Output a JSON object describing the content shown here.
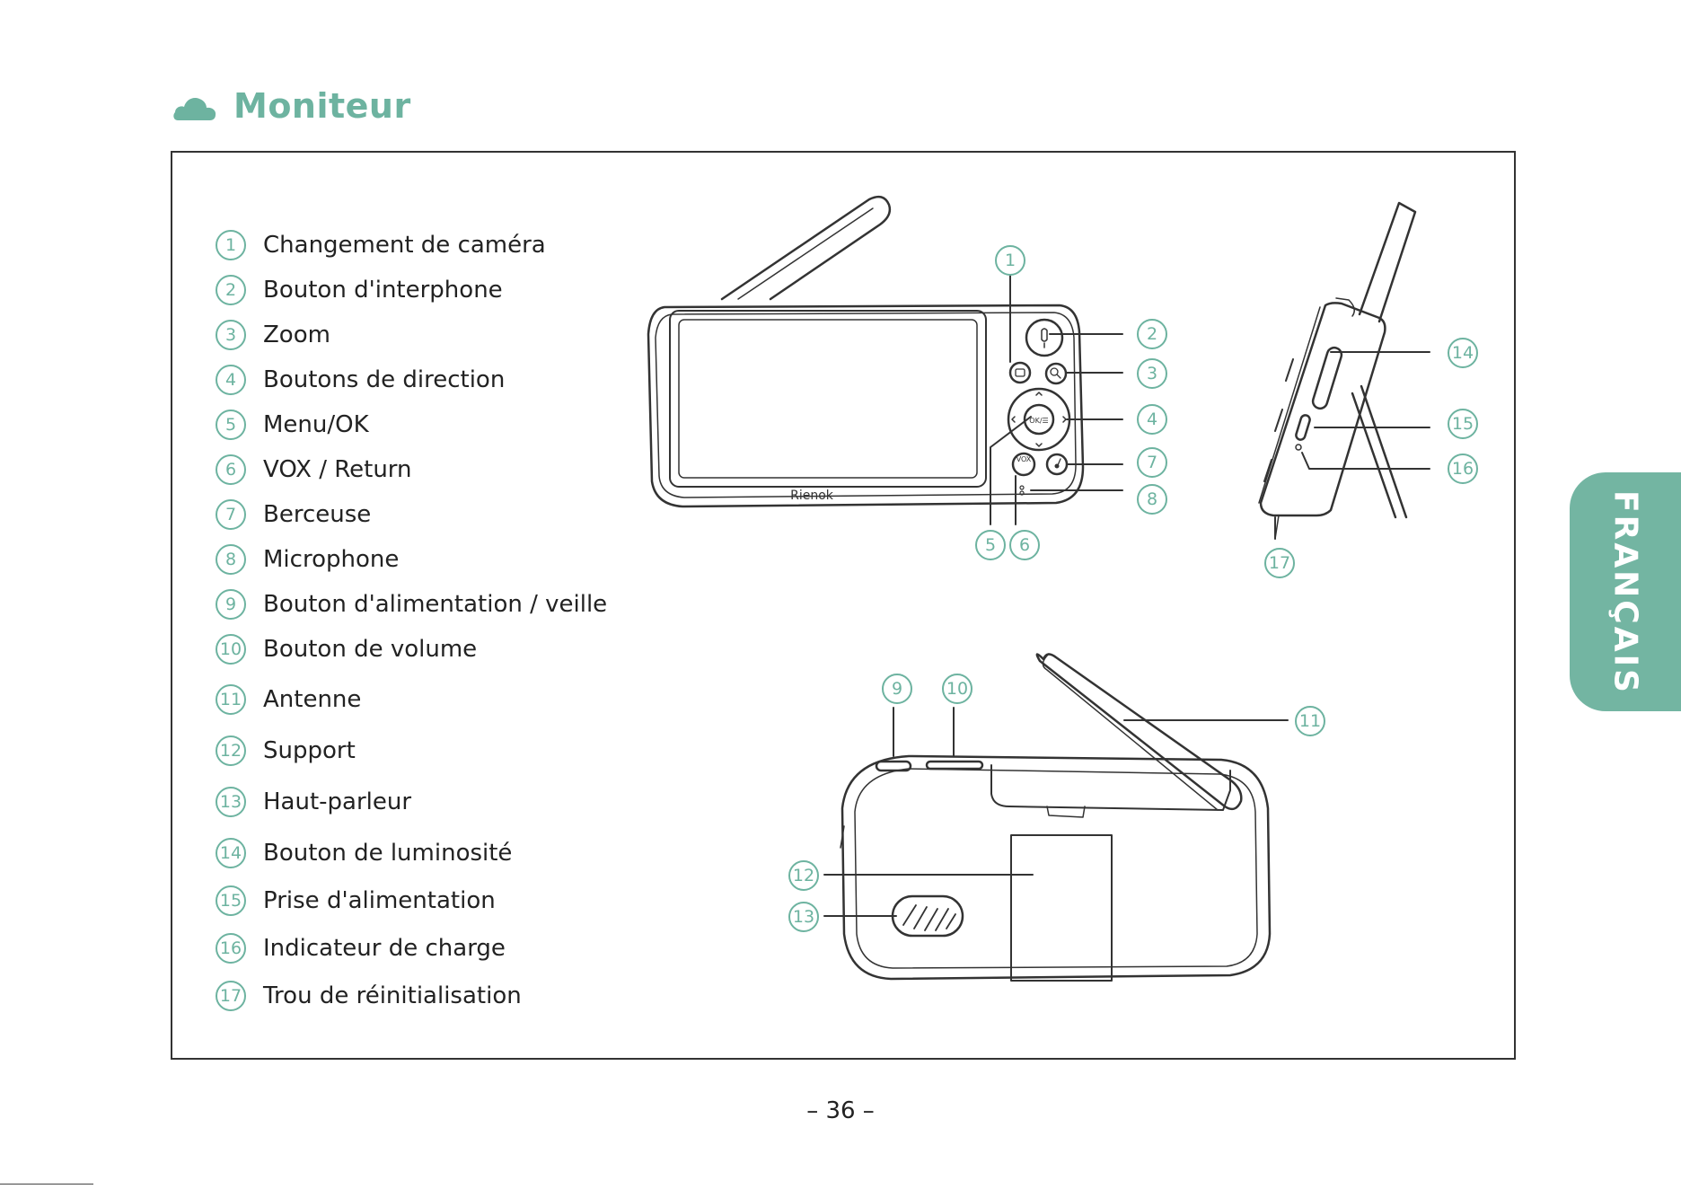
{
  "header": {
    "title": "Moniteur",
    "icon": "cloud-icon",
    "accent_color": "#6db3a0"
  },
  "legend": [
    {
      "num": "1",
      "label": "Changement de caméra"
    },
    {
      "num": "2",
      "label": "Bouton d'interphone"
    },
    {
      "num": "3",
      "label": "Zoom"
    },
    {
      "num": "4",
      "label": "Boutons de direction"
    },
    {
      "num": "5",
      "label": "Menu/OK"
    },
    {
      "num": "6",
      "label": "VOX / Return"
    },
    {
      "num": "7",
      "label": "Berceuse"
    },
    {
      "num": "8",
      "label": "Microphone"
    },
    {
      "num": "9",
      "label": "Bouton d'alimentation / veille"
    },
    {
      "num": "10",
      "label": "Bouton de volume"
    },
    {
      "num": "11",
      "label": "Antenne"
    },
    {
      "num": "12",
      "label": "Support"
    },
    {
      "num": "13",
      "label": "Haut-parleur"
    },
    {
      "num": "14",
      "label": "Bouton de luminosité"
    },
    {
      "num": "15",
      "label": "Prise d'alimentation"
    },
    {
      "num": "16",
      "label": "Indicateur de charge"
    },
    {
      "num": "17",
      "label": "Trou de réinitialisation"
    }
  ],
  "device": {
    "brand": "Rienok",
    "ok_label": "OK/☰",
    "vox_label": "VOX"
  },
  "side_tab": "FRANÇAIS",
  "page_number": "– 36 –"
}
